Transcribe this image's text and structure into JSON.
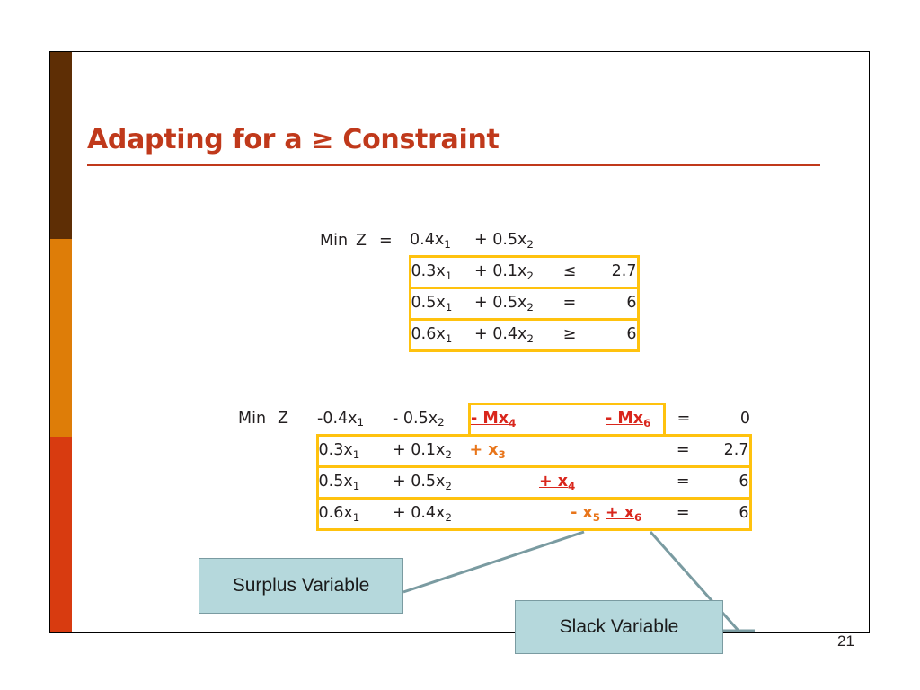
{
  "slide": {
    "title": "Adapting for a ≥ Constraint",
    "page_number": "21",
    "accent_colors": {
      "brown": "#5E2E05",
      "orange": "#DE7D08",
      "red": "#D83B10",
      "title": "#C0391B",
      "box_border": "#FFC20E",
      "callout_fill": "#B5D8DC",
      "callout_border": "#7A9BA1",
      "var_orange": "#E8751A",
      "var_red": "#D9261C"
    }
  },
  "model_original": {
    "objective": {
      "label_min": "Min",
      "label_z": "Z",
      "label_eq": "=",
      "term_x1": "0.4x",
      "term_x1_sub": "1",
      "term_x2": "+ 0.5x",
      "term_x2_sub": "2"
    },
    "constraints": [
      {
        "a": "0.3x",
        "a_sub": "1",
        "b": "+ 0.1x",
        "b_sub": "2",
        "rel": "≤",
        "rhs": "2.7"
      },
      {
        "a": "0.5x",
        "a_sub": "1",
        "b": "+ 0.5x",
        "b_sub": "2",
        "rel": "=",
        "rhs": "6"
      },
      {
        "a": "0.6x",
        "a_sub": "1",
        "b": "+ 0.4x",
        "b_sub": "2",
        "rel": "≥",
        "rhs": "6"
      }
    ]
  },
  "model_standard": {
    "objective": {
      "label_min": "Min",
      "label_z": "Z",
      "term_x1": "-0.4x",
      "term_x1_sub": "1",
      "term_x2": "- 0.5x",
      "term_x2_sub": "2",
      "term_m4": "- Mx",
      "term_m4_sub": "4",
      "term_m6": "- Mx",
      "term_m6_sub": "6",
      "rel": "=",
      "rhs": "0"
    },
    "rows": [
      {
        "a": "0.3x",
        "a_sub": "1",
        "b": "+ 0.1x",
        "b_sub": "2",
        "s1": "+ x",
        "s1_sub": "3",
        "s1_kind": "orange",
        "s2": "",
        "s2_sub": "",
        "s2_kind": "none",
        "s3": "",
        "s3_sub": "",
        "s3_kind": "none",
        "rel": "=",
        "rhs": "2.7"
      },
      {
        "a": "0.5x",
        "a_sub": "1",
        "b": "+ 0.5x",
        "b_sub": "2",
        "s1": "",
        "s1_sub": "",
        "s1_kind": "none",
        "s2": "+ x",
        "s2_sub": "4",
        "s2_kind": "red",
        "s3": "",
        "s3_sub": "",
        "s3_kind": "none",
        "rel": "=",
        "rhs": "6"
      },
      {
        "a": "0.6x",
        "a_sub": "1",
        "b": "+ 0.4x",
        "b_sub": "2",
        "s1": "",
        "s1_sub": "",
        "s1_kind": "none",
        "s2": "- x",
        "s2_sub": "5",
        "s2_kind": "orange",
        "s3": "+ x",
        "s3_sub": "6",
        "s3_kind": "red",
        "rel": "=",
        "rhs": "6"
      }
    ]
  },
  "callouts": {
    "surplus": "Surplus Variable",
    "slack": "Slack Variable"
  }
}
